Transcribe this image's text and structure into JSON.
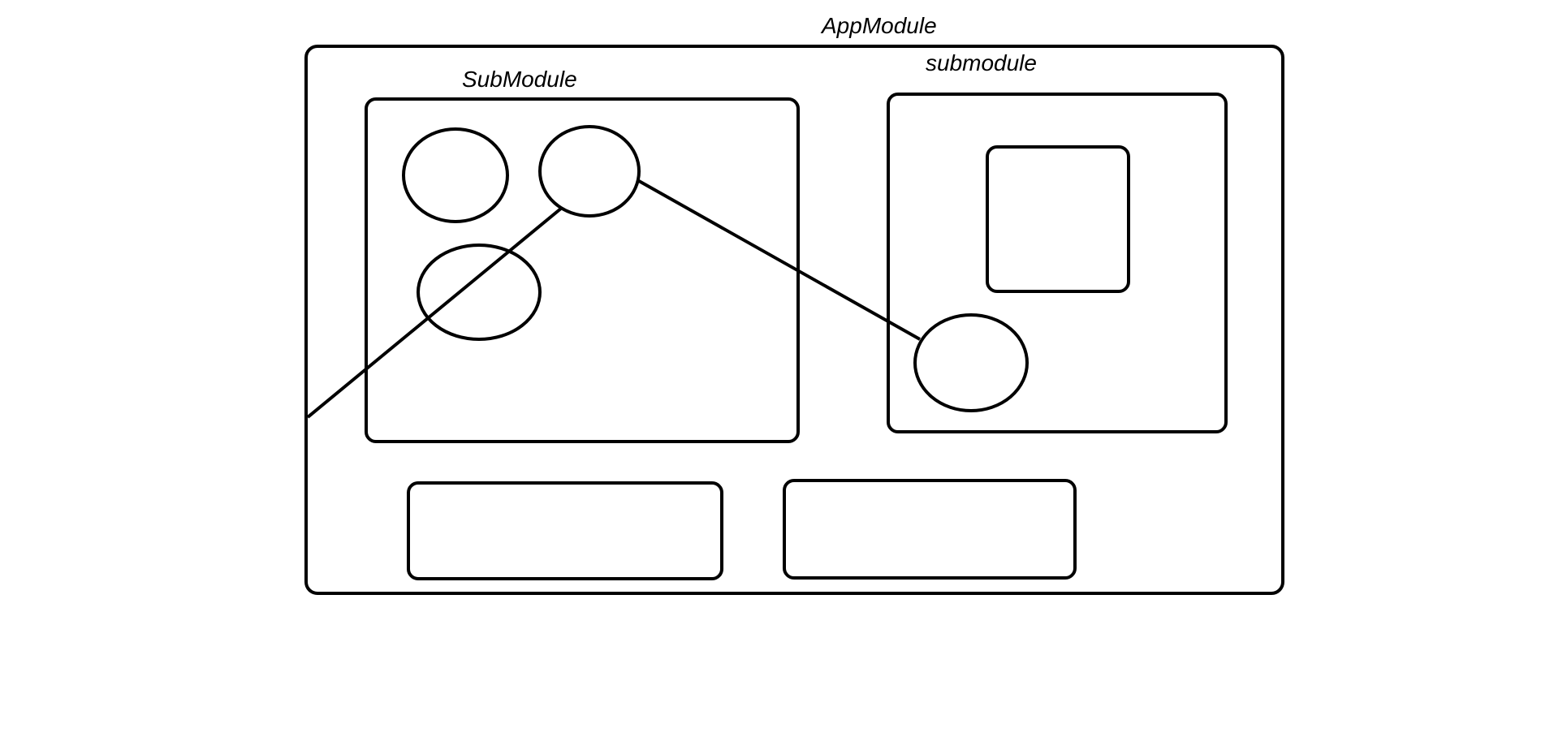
{
  "diagram": {
    "labels": {
      "app_module": "AppModule",
      "sub_module_left": "SubModule",
      "sub_module_right": "submodule"
    },
    "stroke_color": "#000000",
    "background_color": "#ffffff"
  }
}
